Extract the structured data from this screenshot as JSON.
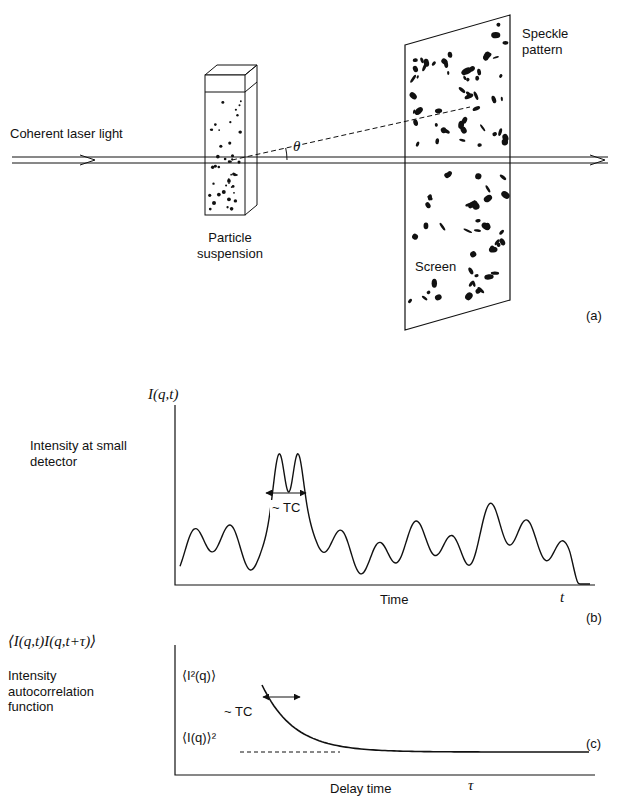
{
  "diagram": {
    "labels": [
      "Coherent laser light",
      "Particle suspension",
      "Screen",
      "Speckle pattern",
      "θ",
      "(a)",
      "I(q,t)",
      "Intensity at small detector",
      "~ TC",
      "Time",
      "t",
      "(b)",
      "⟨I(q,t)I(q,t+τ)⟩",
      "Intensity autocorrelation function",
      "⟨I²(q)⟩",
      "⟨I(q)⟩²",
      "~ TC",
      "Delay time",
      "τ",
      "(c)"
    ]
  }
}
